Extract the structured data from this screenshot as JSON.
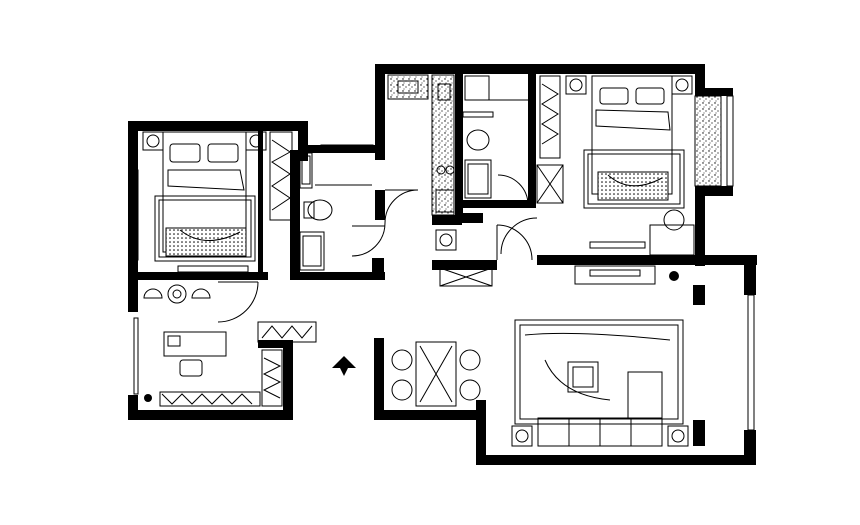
{
  "plan": {
    "rooms": [
      {
        "key": "bedroom-left",
        "label": ""
      },
      {
        "key": "bathroom",
        "label": ""
      },
      {
        "key": "kitchen",
        "label": ""
      },
      {
        "key": "toilet",
        "label": ""
      },
      {
        "key": "bedroom-right",
        "label": ""
      },
      {
        "key": "study",
        "label": ""
      },
      {
        "key": "dining",
        "label": ""
      },
      {
        "key": "living",
        "label": ""
      },
      {
        "key": "balcony",
        "label": ""
      }
    ]
  }
}
